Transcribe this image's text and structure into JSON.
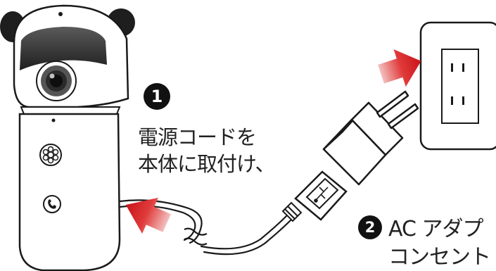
{
  "step1": {
    "number": "1",
    "line1": "電源コードを",
    "line2": "本体に取付け、"
  },
  "step2": {
    "number": "2",
    "line1": "AC アダプ",
    "line2": "コンセント"
  },
  "icons": {
    "usb": "usb-icon",
    "phone": "phone-icon",
    "speaker": "speaker-grille-icon"
  },
  "colors": {
    "arrow": "#c8141b",
    "outline": "#1a1a1a",
    "lens_shade": "#3a3a3a"
  }
}
